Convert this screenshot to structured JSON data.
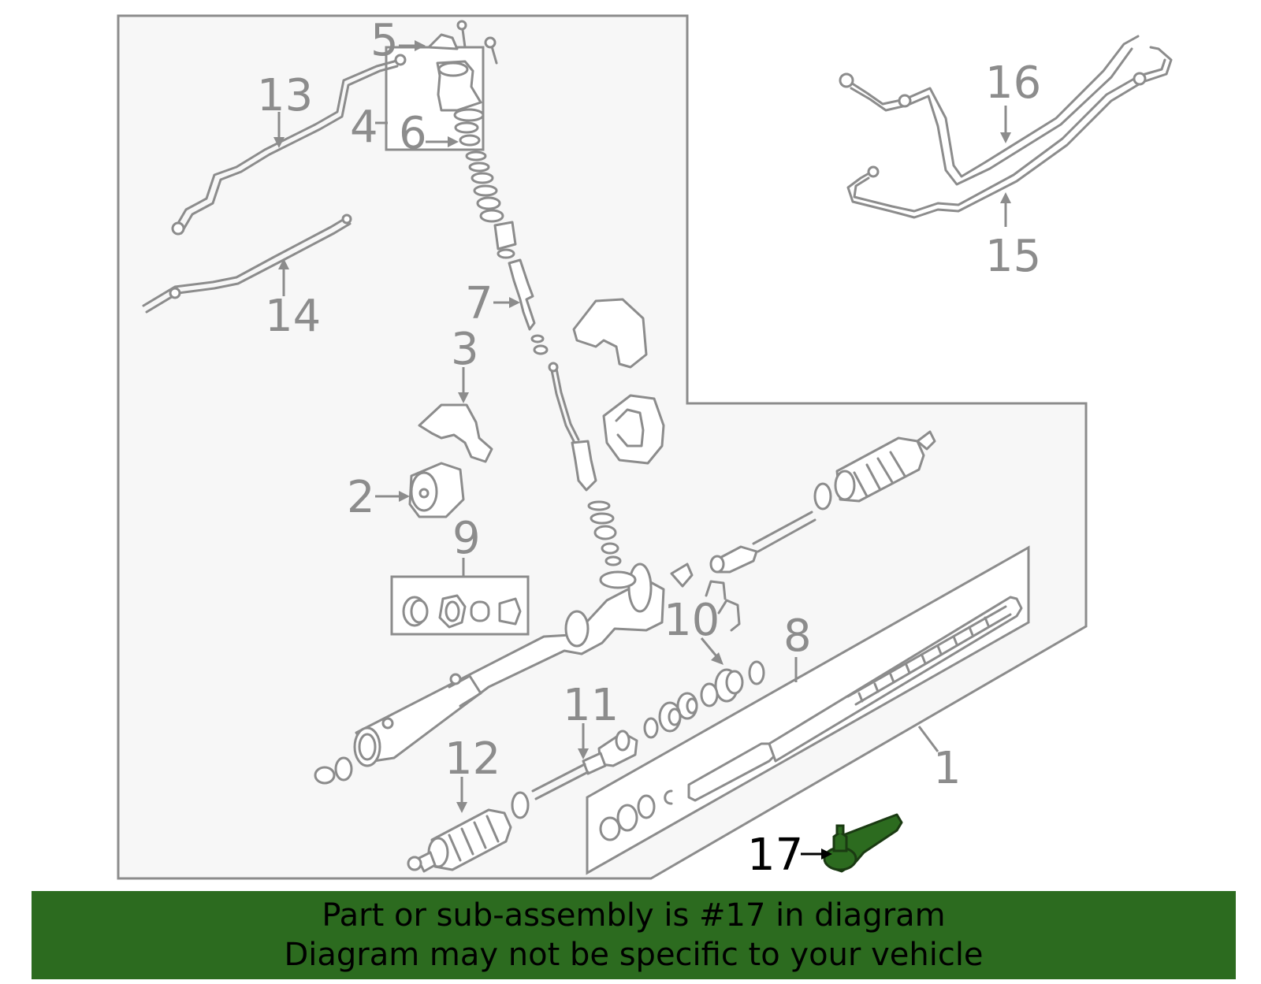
{
  "callouts": {
    "c1": "1",
    "c2": "2",
    "c3": "3",
    "c4": "4",
    "c5": "5",
    "c6": "6",
    "c7": "7",
    "c8": "8",
    "c9": "9",
    "c10": "10",
    "c11": "11",
    "c12": "12",
    "c13": "13",
    "c14": "14",
    "c15": "15",
    "c16": "16",
    "c17": "17"
  },
  "highlighted_part": "17",
  "colors": {
    "highlight": "#2c6b1f",
    "outline": "#8c8c8c",
    "panel_fill": "#f7f7f7"
  },
  "banner": {
    "line1": "Part or sub-assembly is #17 in diagram",
    "line2": "Diagram may not be specific to your vehicle"
  }
}
